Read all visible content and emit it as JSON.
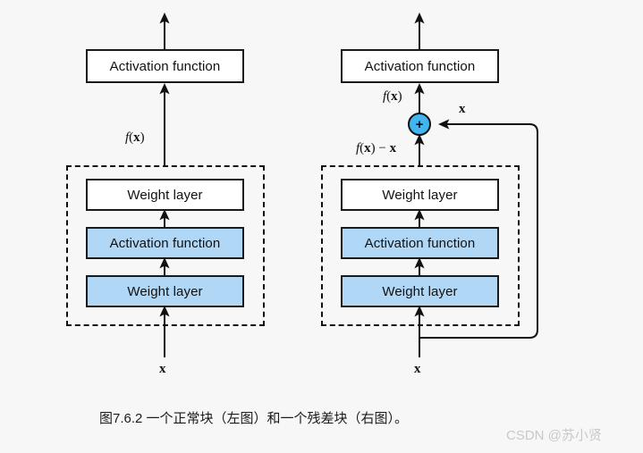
{
  "figure": {
    "background_color": "#f7f7f7",
    "box_fill_blue": "#b0d7f6",
    "box_fill_white": "#ffffff",
    "node_fill": "#42b4f0",
    "stroke_color": "#111111",
    "caption": "图7.6.2 一个正常块（左图）和一个残差块（右图）。",
    "watermark": "CSDN @苏小贤"
  },
  "left_block": {
    "title": "normal-block",
    "top_box": {
      "label": "Activation function",
      "fill": "white"
    },
    "inner_boxes": [
      {
        "label": "Weight layer",
        "fill": "white"
      },
      {
        "label": "Activation function",
        "fill": "blue"
      },
      {
        "label": "Weight layer",
        "fill": "blue"
      }
    ],
    "labels": {
      "output_of_block": "f(x)",
      "input": "x"
    }
  },
  "right_block": {
    "title": "residual-block",
    "top_box": {
      "label": "Activation function",
      "fill": "white"
    },
    "inner_boxes": [
      {
        "label": "Weight layer",
        "fill": "white"
      },
      {
        "label": "Activation function",
        "fill": "blue"
      },
      {
        "label": "Weight layer",
        "fill": "blue"
      }
    ],
    "node": {
      "symbol": "+"
    },
    "labels": {
      "after_add": "f(x)",
      "skip": "x",
      "residual": "f(x) − x",
      "input": "x"
    }
  }
}
